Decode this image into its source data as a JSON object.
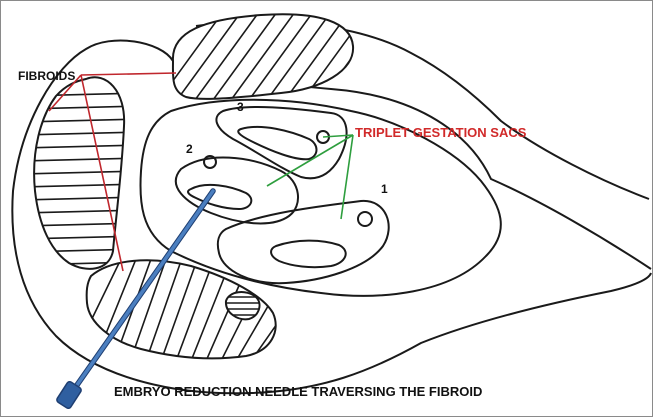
{
  "labels": {
    "fibroids": "FIBROIDS",
    "sacs": "TRIPLET GESTATION SACS",
    "needle": "EMBRYO REDUCTION NEEDLE TRAVERSING THE FIBROID"
  },
  "sac_numbers": {
    "one": "1",
    "two": "2",
    "three": "3"
  },
  "colors": {
    "ink": "#1a1a1a",
    "fibroid_leader": "#c0272d",
    "sacs_text": "#d12a2a",
    "sac_leader": "#2e9e3e",
    "needle": "#4b7fc0",
    "needle_hub": "#2f5fa0"
  }
}
